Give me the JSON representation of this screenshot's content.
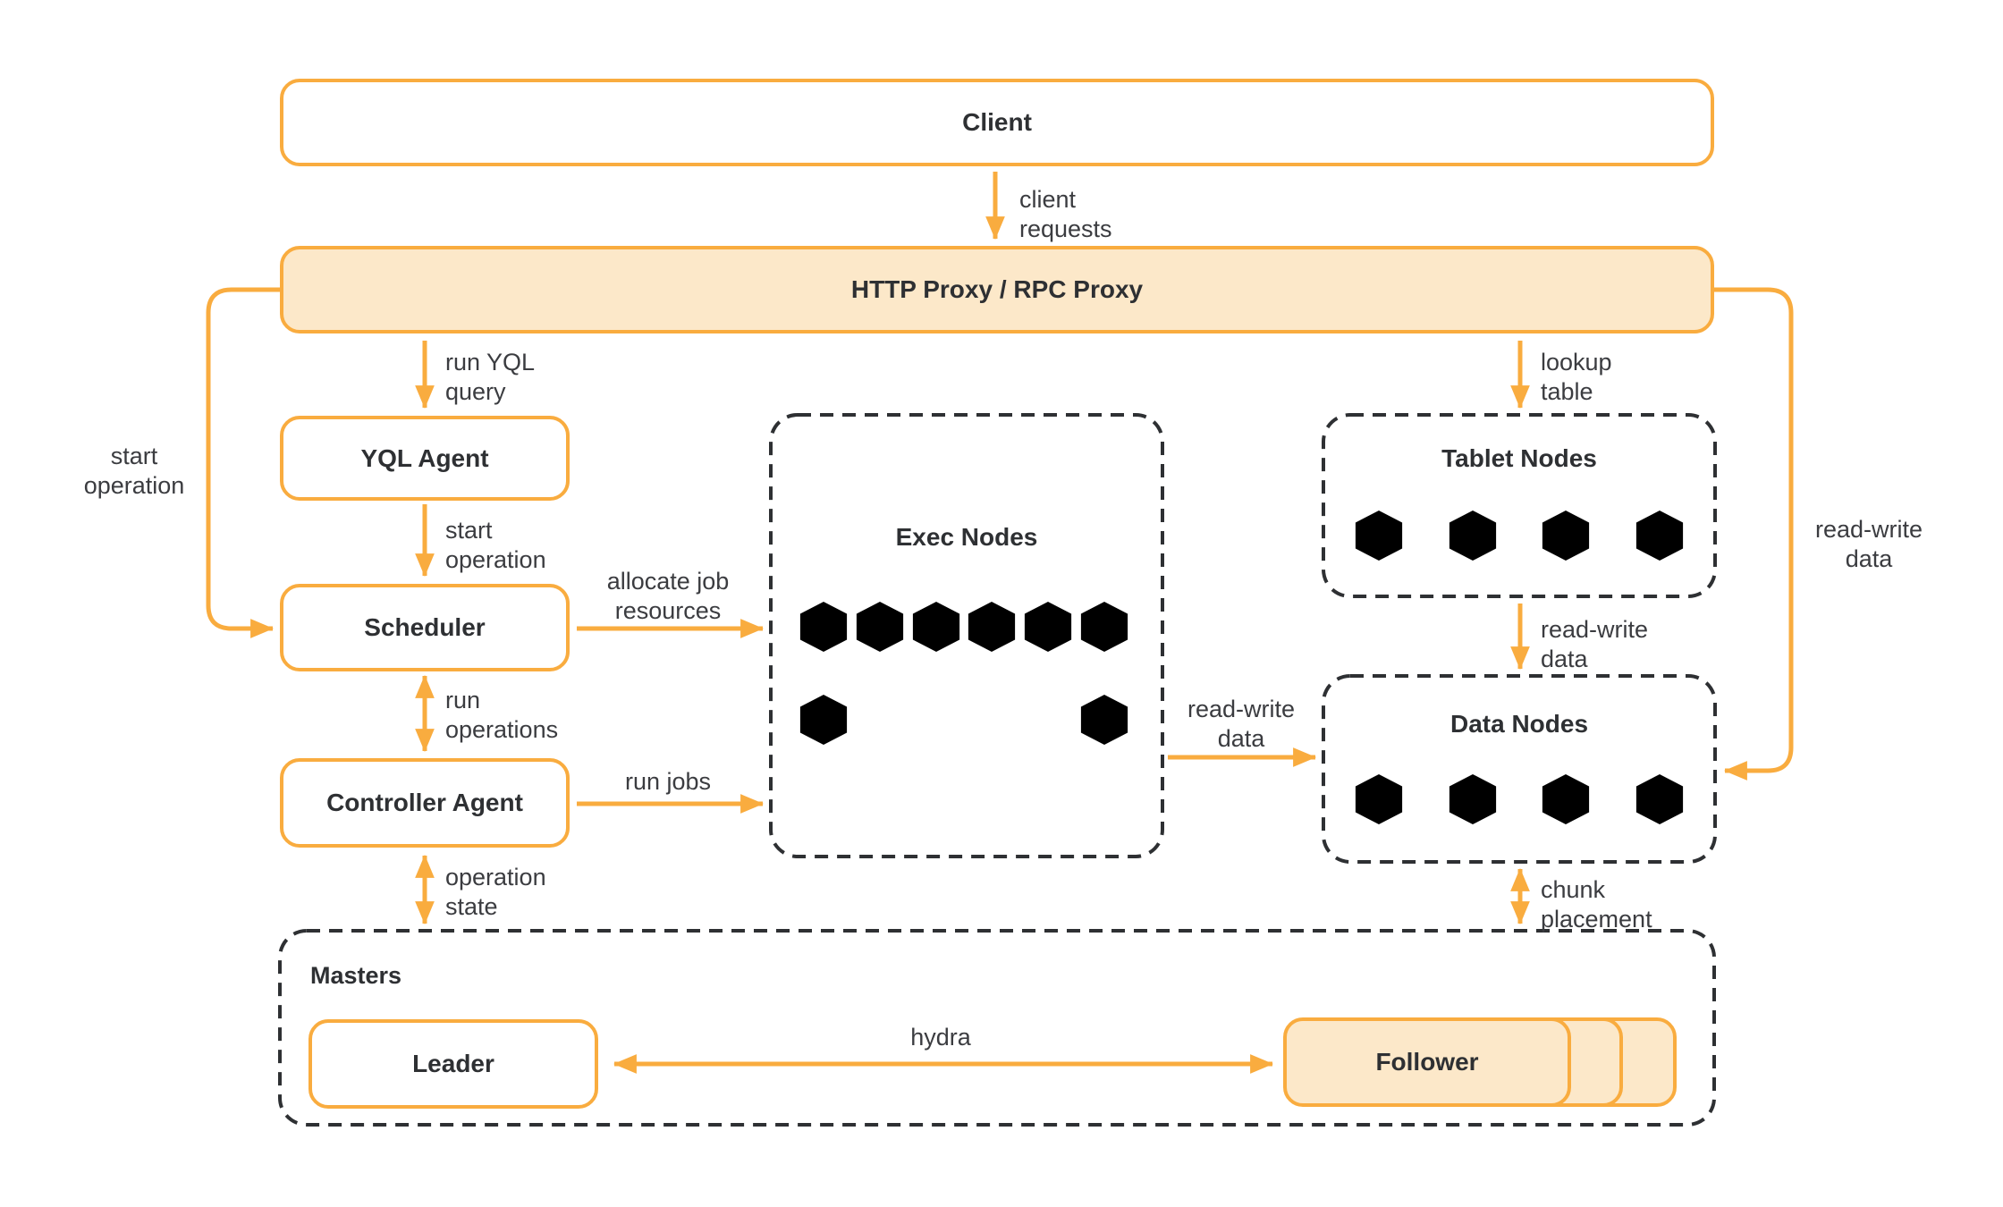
{
  "colors": {
    "accent": "#F9AC3F",
    "accent_fill": "#FCE8C9",
    "ink": "#2E3033",
    "label_ink": "#3B3C40",
    "background": "#FFFFFF"
  },
  "nodes": {
    "client": "Client",
    "proxy": "HTTP Proxy / RPC Proxy",
    "yql_agent": "YQL Agent",
    "scheduler": "Scheduler",
    "controller_agent": "Controller Agent",
    "masters": "Masters",
    "leader": "Leader",
    "follower": "Follower"
  },
  "groups": {
    "exec_nodes": {
      "title": "Exec Nodes",
      "cube_count": 8
    },
    "tablet_nodes": {
      "title": "Tablet Nodes",
      "cube_count": 4
    },
    "data_nodes": {
      "title": "Data Nodes",
      "cube_count": 4
    }
  },
  "edges": {
    "client_requests": "client\nrequests",
    "run_yql_query": "run YQL\nquery",
    "start_operation": "start\noperation",
    "start_operation_loop": "start\noperation",
    "run_operations": "run\noperations",
    "operation_state": "operation\nstate",
    "allocate_job_resources": "allocate job\nresources",
    "run_jobs": "run jobs",
    "read_write_exec": "read-write\ndata",
    "lookup_table": "lookup\ntable",
    "read_write_tablet": "read-write\ndata",
    "read_write_proxy": "read-write\ndata",
    "chunk_placement": "chunk\nplacement",
    "hydra": "hydra"
  }
}
